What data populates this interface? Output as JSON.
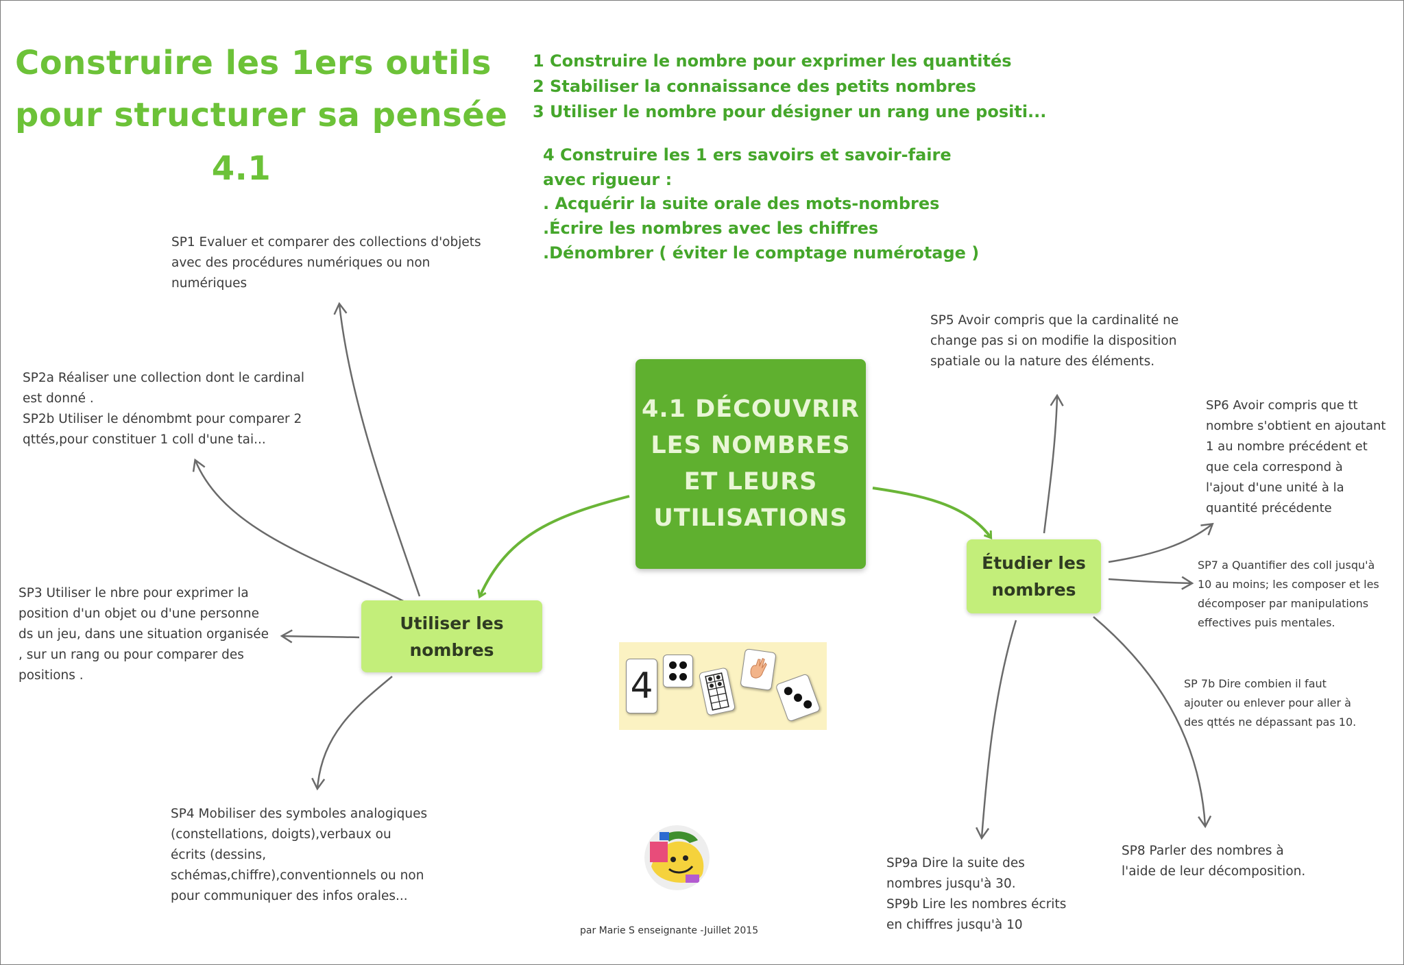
{
  "title": {
    "line1": "Construire les 1ers outils",
    "line2": "pour structurer sa pensée",
    "line3": "4.1"
  },
  "objectives": {
    "o1": "1 Construire le nombre pour exprimer les quantités",
    "o2": "2 Stabiliser la connaissance des petits nombres",
    "o3": "3 Utiliser le nombre pour désigner un rang une positi...",
    "o4a": "4 Construire les 1 ers savoirs et savoir-faire",
    "o4b": "avec rigueur :",
    "o4c": ". Acquérir la suite orale des mots-nombres",
    "o4d": ".Écrire les nombres avec les chiffres",
    "o4e": ".Dénombrer ( éviter le comptage numérotage )"
  },
  "central": {
    "line1": "4.1 DÉCOUVRIR",
    "line2": "LES NOMBRES",
    "line3": "ET LEURS",
    "line4": "UTILISATIONS"
  },
  "branches": {
    "left": {
      "line1": "Utiliser les",
      "line2": "nombres"
    },
    "right": {
      "line1": "Étudier les",
      "line2": "nombres"
    }
  },
  "notes": {
    "sp1": [
      "SP1 Evaluer et comparer des collections d'objets",
      "avec des procédures numériques ou non",
      "numériques"
    ],
    "sp2": [
      "SP2a Réaliser une collection dont le cardinal",
      "est donné .",
      "SP2b Utiliser le dénombmt pour comparer 2",
      "qttés,pour constituer 1 coll d'une tai..."
    ],
    "sp3": [
      "SP3 Utiliser le nbre pour exprimer la",
      "position d'un objet  ou d'une personne",
      "ds un jeu, dans une situation organisée",
      ", sur un rang ou pour comparer des",
      "positions ."
    ],
    "sp4": [
      "SP4 Mobiliser des symboles analogiques",
      "(constellations, doigts),verbaux ou",
      "écrits (dessins,",
      "schémas,chiffre),conventionnels ou non",
      "pour communiquer des infos orales..."
    ],
    "sp5": [
      "SP5 Avoir compris que la cardinalité ne",
      "change pas si on modifie la disposition",
      "spatiale ou la nature des éléments."
    ],
    "sp6": [
      "SP6 Avoir compris que tt",
      "nombre s'obtient en ajoutant",
      "1 au nombre précédent et",
      "que cela correspond à",
      "l'ajout d'une unité à la",
      "quantité précédente"
    ],
    "sp7a": [
      "SP7 a Quantifier des coll jusqu'à",
      "10 au moins; les composer et les",
      "décomposer par manipulations",
      "effectives puis mentales."
    ],
    "sp7b": [
      "SP 7b Dire combien il faut",
      "ajouter ou enlever pour aller à",
      "des qttés ne dépassant pas 10."
    ],
    "sp8": [
      "SP8 Parler des nombres à",
      "l'aide de leur décomposition."
    ],
    "sp9": [
      "SP9a Dire la suite des",
      "nombres jusqu'à 30.",
      "SP9b Lire les nombres écrits",
      "en chiffres jusqu'à 10"
    ]
  },
  "dice_card_number": "4",
  "credit": "par Marie S enseignante -Juillet 2015",
  "colors": {
    "title": "#6cc238",
    "central": "#5fb02f",
    "branch": "#c3ee7a",
    "arrow_green": "#6ab537",
    "arrow_gray": "#6a6a6a"
  }
}
